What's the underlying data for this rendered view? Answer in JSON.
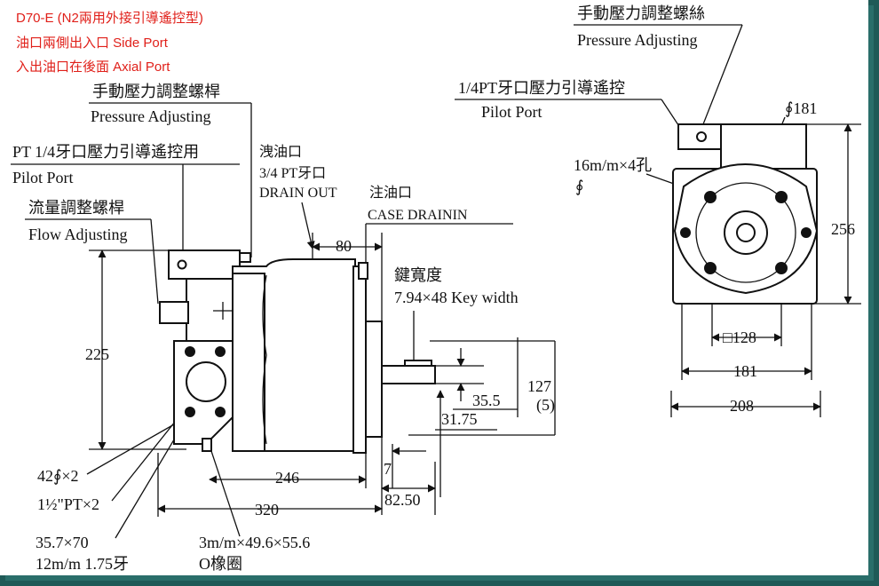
{
  "header": {
    "title": "D70-E (N2兩用外接引導遙控型)",
    "side_port": "油口兩側出入口 Side Port",
    "axial_port": "入出油口在後面 Axial Port"
  },
  "left_view": {
    "pressure_adj_cn": "手動壓力調整螺桿",
    "pressure_adj_en": "Pressure Adjusting",
    "pilot_port_cn": "PT 1/4牙口壓力引導遙控用",
    "pilot_port_en": "Pilot Port",
    "flow_adj_cn": "流量調整螺桿",
    "flow_adj_en": "Flow Adjusting",
    "drain_cn": "洩油口",
    "drain_size": "3/4 PT牙口",
    "drain_en": "DRAIN OUT",
    "case_cn": "注油口",
    "case_en": "CASE DRAININ",
    "key_cn": "鍵寬度",
    "key_en": "7.94×48 Key  width",
    "dim_225": "225",
    "dim_80": "80",
    "dim_127": "127",
    "dim_5": "(5)",
    "dim_355": "35.5",
    "dim_3175": "31.75",
    "dim_246": "246",
    "dim_7": "7",
    "dim_320": "320",
    "dim_8250": "82.50",
    "holes": "42∮×2",
    "pt_ports": "1½\"PT×2",
    "flange": "35.7×70",
    "thread": "12m/m 1.75牙",
    "oring_size": "3m/m×49.6×55.6",
    "oring": "O橡圈"
  },
  "right_view": {
    "pressure_adj_cn": "手動壓力調整螺絲",
    "pressure_adj_en": "Pressure Adjusting",
    "pilot_cn": "1/4PT牙口壓力引導遙控",
    "pilot_en": "Pilot Port",
    "dia_181": "∮181",
    "holes": "16m/m×4孔",
    "holes_sym": "∮",
    "dim_256": "256",
    "dim_128": "□128",
    "dim_181": "181",
    "dim_208": "208"
  },
  "colors": {
    "background": "#1f5a57",
    "paper": "#ffffff",
    "header_text": "#e0201a",
    "line": "#111111"
  }
}
